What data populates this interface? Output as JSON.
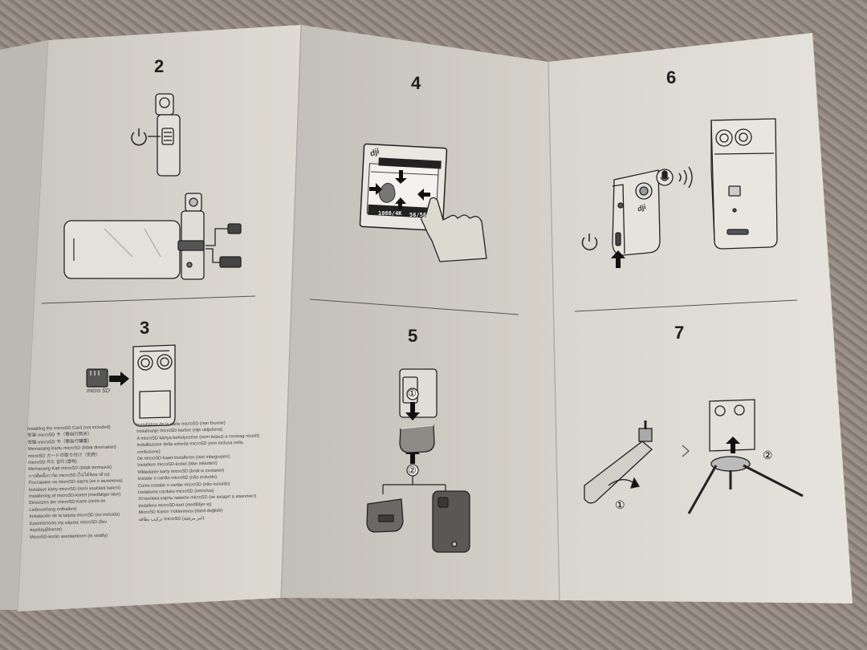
{
  "steps": {
    "s2": "2",
    "s3": "3",
    "s4": "4",
    "s5": "5",
    "s6": "6",
    "s7": "7"
  },
  "brand": {
    "logo": "dji"
  },
  "camera_screen": {
    "resolution": "1080/4K",
    "counter": "56/56"
  },
  "microsd_logo": "micro SD",
  "callouts": {
    "c1": "①",
    "c2": "②"
  },
  "icons": [
    "power-icon",
    "arrow-icon",
    "microphone-icon",
    "wireless-waves-icon",
    "hand-icon",
    "tripod-icon"
  ],
  "instructions_col1": [
    "Installing the microSD Card (not included)",
    "安装 microSD 卡（需自行购买）",
    "安裝 microSD 卡（需自行購置）",
    "Memasang Kartu microSD (tidak disertakan)",
    "microSD カードの取り付け（別売）",
    "microSD 카드 설치 (별매)",
    "Memasang Kad microSD (tidak termasuk)",
    "การติดตั้งการ์ด microSD (ไม่ได้จัดมาด้วย)",
    "Поставяне на microSD карта (не е включена)",
    "Instalace karty microSD (není součástí balení)",
    "Installering af microSD-kortet (medfølger ikke)",
    "Einsetzen der microSD-Karte (nicht im Lieferumfang enthalten)",
    "Instalación de la tarjeta microSD (no incluida)",
    "Εγκατάσταση της κάρτας microSD (δεν περιλαμβάνεται)",
    "MicroSD-kortin asentaminen (ei sisälly)"
  ],
  "instructions_col2": [
    "Installation de la carte microSD (non fournie)",
    "Instaliranje microSD kartice (nije uključena)",
    "A microSD kártya behelyezése (nem képezi a csomag részét)",
    "Installazione della scheda microSD (non inclusa nella confezione)",
    "De microSD-kaart installeren (niet inbegrepen)",
    "Installere microSD-kortet (ikke inkludert)",
    "Wkładanie karty microSD (brak w zestawie)",
    "Instalar o cartão microSD (não incluído)",
    "Como instalar o cartão microSD (não incluído)",
    "Instalarea cardului microSD (neinclus)",
    "Установка карты памяти microSD (не входит в комплект)",
    "Installera microSD-kort (medföljer ej)",
    "MicroSD Kartın Yüklenmesi (dahil değildir)",
    "تركيب بطاقة microSD (غير مرفقة)"
  ]
}
